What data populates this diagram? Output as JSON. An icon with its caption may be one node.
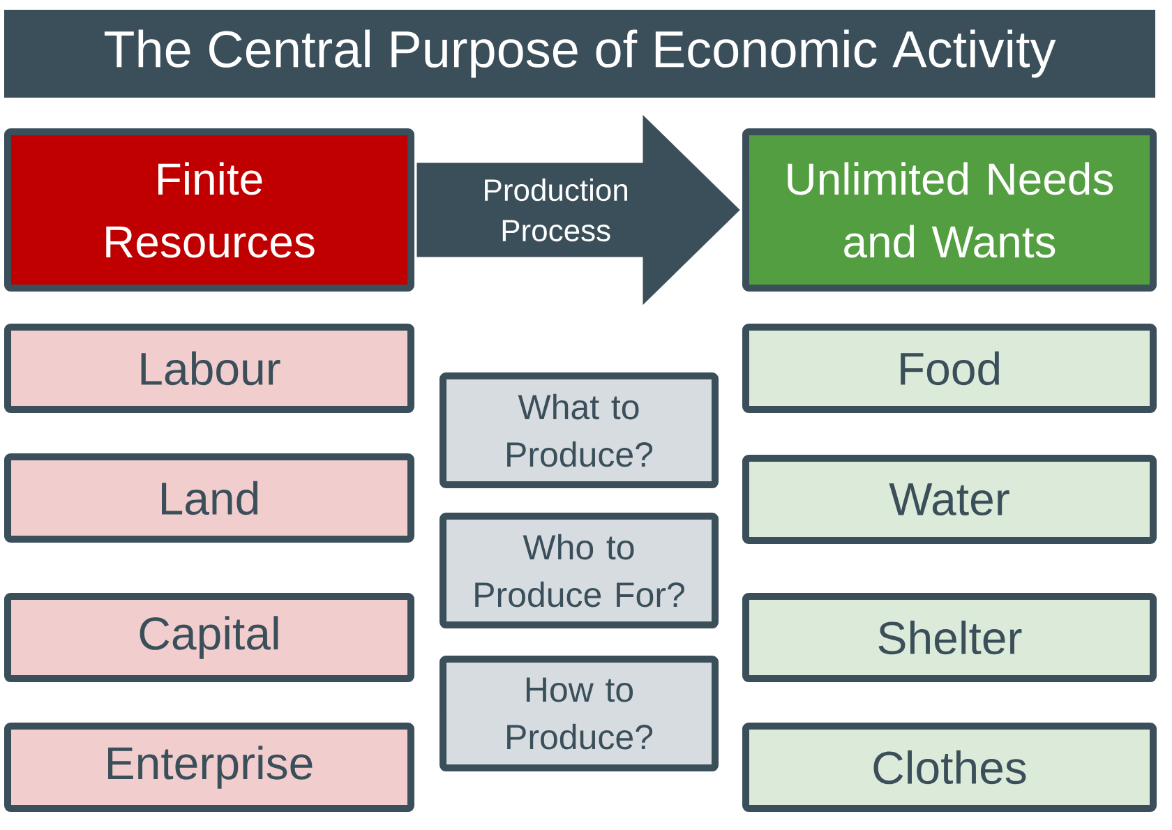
{
  "diagram": {
    "title": "The Central Purpose of Economic Activity",
    "nodes": [
      {
        "text": [
          "Finite Resources"
        ]
      },
      {
        "text": [
          "Unlimited Needs and Wants"
        ]
      },
      {
        "text": [
          "Labour"
        ]
      },
      {
        "text": [
          "Land"
        ]
      },
      {
        "text": [
          "Capital"
        ]
      },
      {
        "text": [
          "Enterprise"
        ]
      },
      {
        "text": [
          "What to Produce?"
        ]
      },
      {
        "text": [
          "Who to Produce For?"
        ]
      },
      {
        "text": [
          "How to Produce?"
        ]
      },
      {
        "text": [
          "Food"
        ]
      },
      {
        "text": [
          "Water"
        ]
      },
      {
        "text": [
          "Shelter"
        ]
      },
      {
        "text": [
          "Clothes"
        ]
      }
    ],
    "edges": [
      {
        "from": 0,
        "to": 1,
        "arrow": "to",
        "label": "Production Process"
      }
    ]
  }
}
